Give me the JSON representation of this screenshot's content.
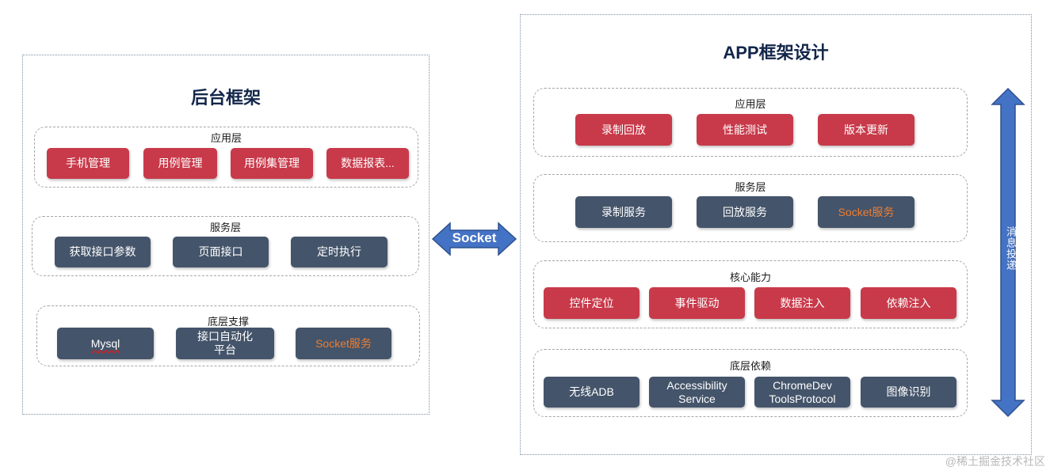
{
  "backend": {
    "title": "后台框架",
    "app_layer": {
      "label": "应用层",
      "items": [
        "手机管理",
        "用例管理",
        "用例集管理",
        "数据报表..."
      ]
    },
    "service_layer": {
      "label": "服务层",
      "items": [
        "获取接口参数",
        "页面接口",
        "定时执行"
      ]
    },
    "base_layer": {
      "label": "底层支撑",
      "items": [
        "Mysql",
        "接口自动化\n平台",
        "Socket服务"
      ]
    }
  },
  "connector": {
    "label": "Socket"
  },
  "app": {
    "title": "APP框架设计",
    "app_layer": {
      "label": "应用层",
      "items": [
        "录制回放",
        "性能测试",
        "版本更新"
      ]
    },
    "service_layer": {
      "label": "服务层",
      "items": [
        "录制服务",
        "回放服务",
        "Socket服务"
      ]
    },
    "core_layer": {
      "label": "核心能力",
      "items": [
        "控件定位",
        "事件驱动",
        "数据注入",
        "依赖注入"
      ]
    },
    "base_layer": {
      "label": "底层依赖",
      "items": [
        "无线ADB",
        "Accessibility\nService",
        "ChromeDev\nToolsProtocol",
        "图像识别"
      ]
    }
  },
  "message_arrow": {
    "label": "消息投递"
  },
  "watermark": "@稀土掘金技术社区",
  "colors": {
    "red": "#c83a4a",
    "navy": "#44546a",
    "arrow": "#4472c4",
    "title": "#12264a",
    "highlight": "#ed7d31"
  }
}
